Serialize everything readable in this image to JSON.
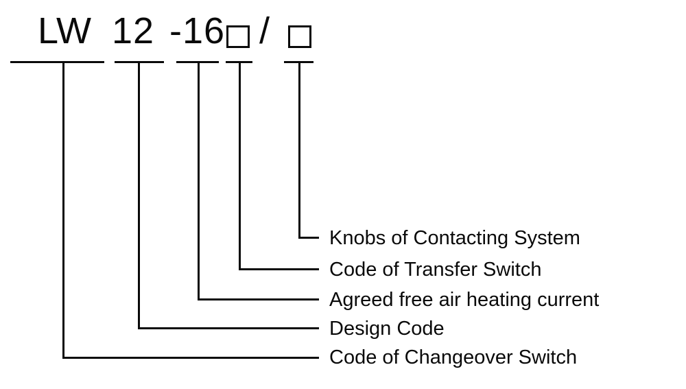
{
  "model": {
    "code_prefix": "LW",
    "design_code": "12",
    "current_code": "-16",
    "separator": "/",
    "box_symbol": "□"
  },
  "labels": {
    "knobs": "Knobs of Contacting System",
    "transfer_switch": "Code of Transfer Switch",
    "heating_current": "Agreed free air heating current",
    "design_code": "Design Code",
    "changeover_switch": "Code of Changeover Switch"
  },
  "colors": {
    "ink": "#0a0a0a",
    "background": "#ffffff"
  }
}
